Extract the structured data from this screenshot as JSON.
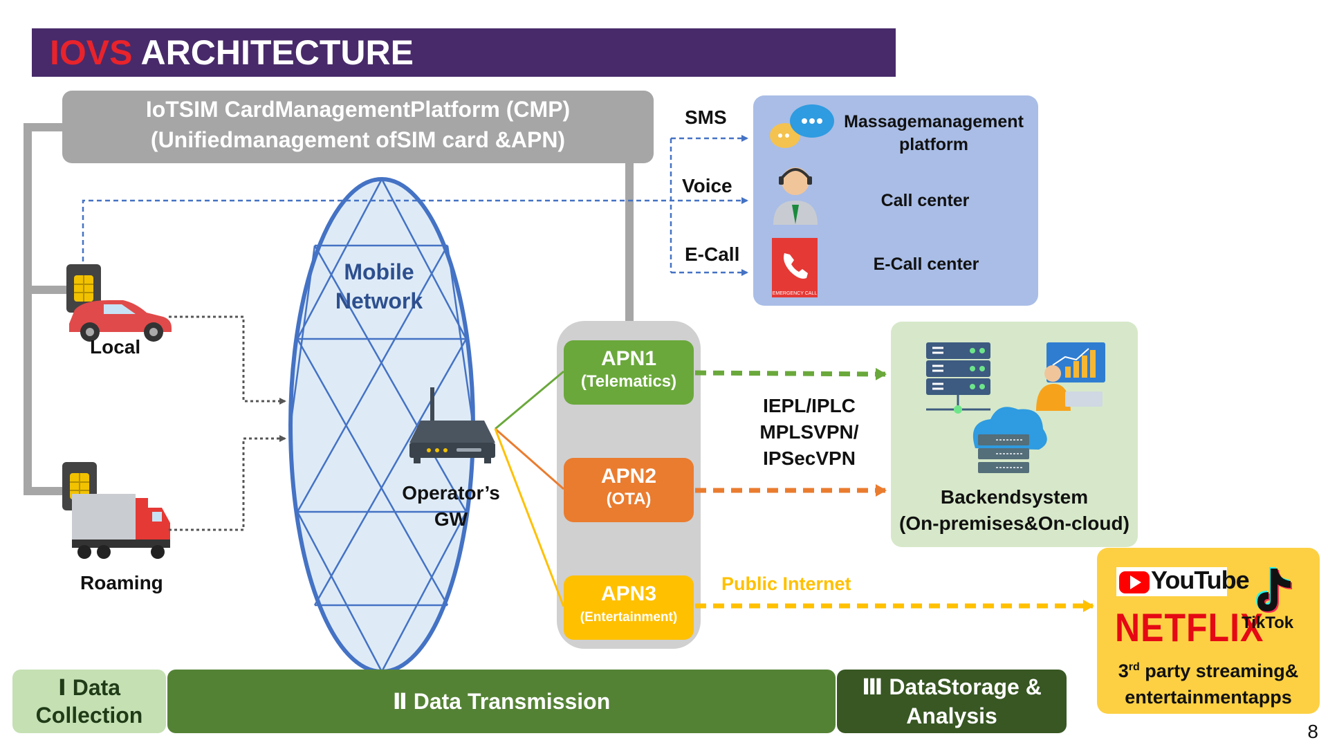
{
  "title": {
    "accent": "IOVS",
    "rest": " ARCHITECTURE"
  },
  "cmp": {
    "line1": "IoTSIM CardManagementPlatform (CMP)",
    "line2": "(Unifiedmanagement ofSIM card &APN)"
  },
  "devices": {
    "local": "Local",
    "roaming": "Roaming"
  },
  "network": {
    "line1": "Mobile",
    "line2": "Network",
    "gw_line1": "Operator’s",
    "gw_line2": "GW"
  },
  "apns": [
    {
      "name": "APN1",
      "sub": "(Telematics)",
      "color": "#6aa83b"
    },
    {
      "name": "APN2",
      "sub": "(OTA)",
      "color": "#ea7c2f"
    },
    {
      "name": "APN3",
      "sub": "(Entertainment)",
      "color": "#ffc000"
    }
  ],
  "channels": {
    "sms": "SMS",
    "voice": "Voice",
    "ecall": "E-Call"
  },
  "services": {
    "message_line1": "Massagemanagement",
    "message_line2": "platform",
    "call_center": "Call center",
    "ecall_center": "E-Call center",
    "emergency_caption": "EMERGENCY CALL"
  },
  "links": {
    "line1": "IEPL/IPLC",
    "line2": "MPLSVPN/",
    "line3": "IPSecVPN",
    "public_internet": "Public Internet"
  },
  "backend": {
    "line1": "Backendsystem",
    "line2": "(On-premises&On-cloud)"
  },
  "apps": {
    "youtube": "YouTube",
    "netflix": "NETFLIX",
    "tiktok": "TikTok",
    "caption_prefix": "3",
    "caption_sup": "rd",
    "caption_line1": " party streaming&",
    "caption_line2": "entertainmentapps"
  },
  "stages": {
    "s1_num": "Ⅰ",
    "s1_line1": "Data",
    "s1_line2": "Collection",
    "s2_num": "Ⅱ",
    "s2_label": "Data Transmission",
    "s3_num": "Ⅲ",
    "s3_line1": "DataStorage &",
    "s3_line2": "Analysis"
  },
  "page_number": "8",
  "colors": {
    "title_bg": "#482a6a",
    "accent_red": "#e8232b",
    "cmp_gray": "#a6a6a6",
    "network_blue": "#4472c4",
    "service_bg": "#a9bde6",
    "backend_bg": "#d6e8c9",
    "apps_bg": "#fdd043",
    "stage1": "#c5e0b3",
    "stage2": "#548235",
    "stage3": "#385723"
  }
}
